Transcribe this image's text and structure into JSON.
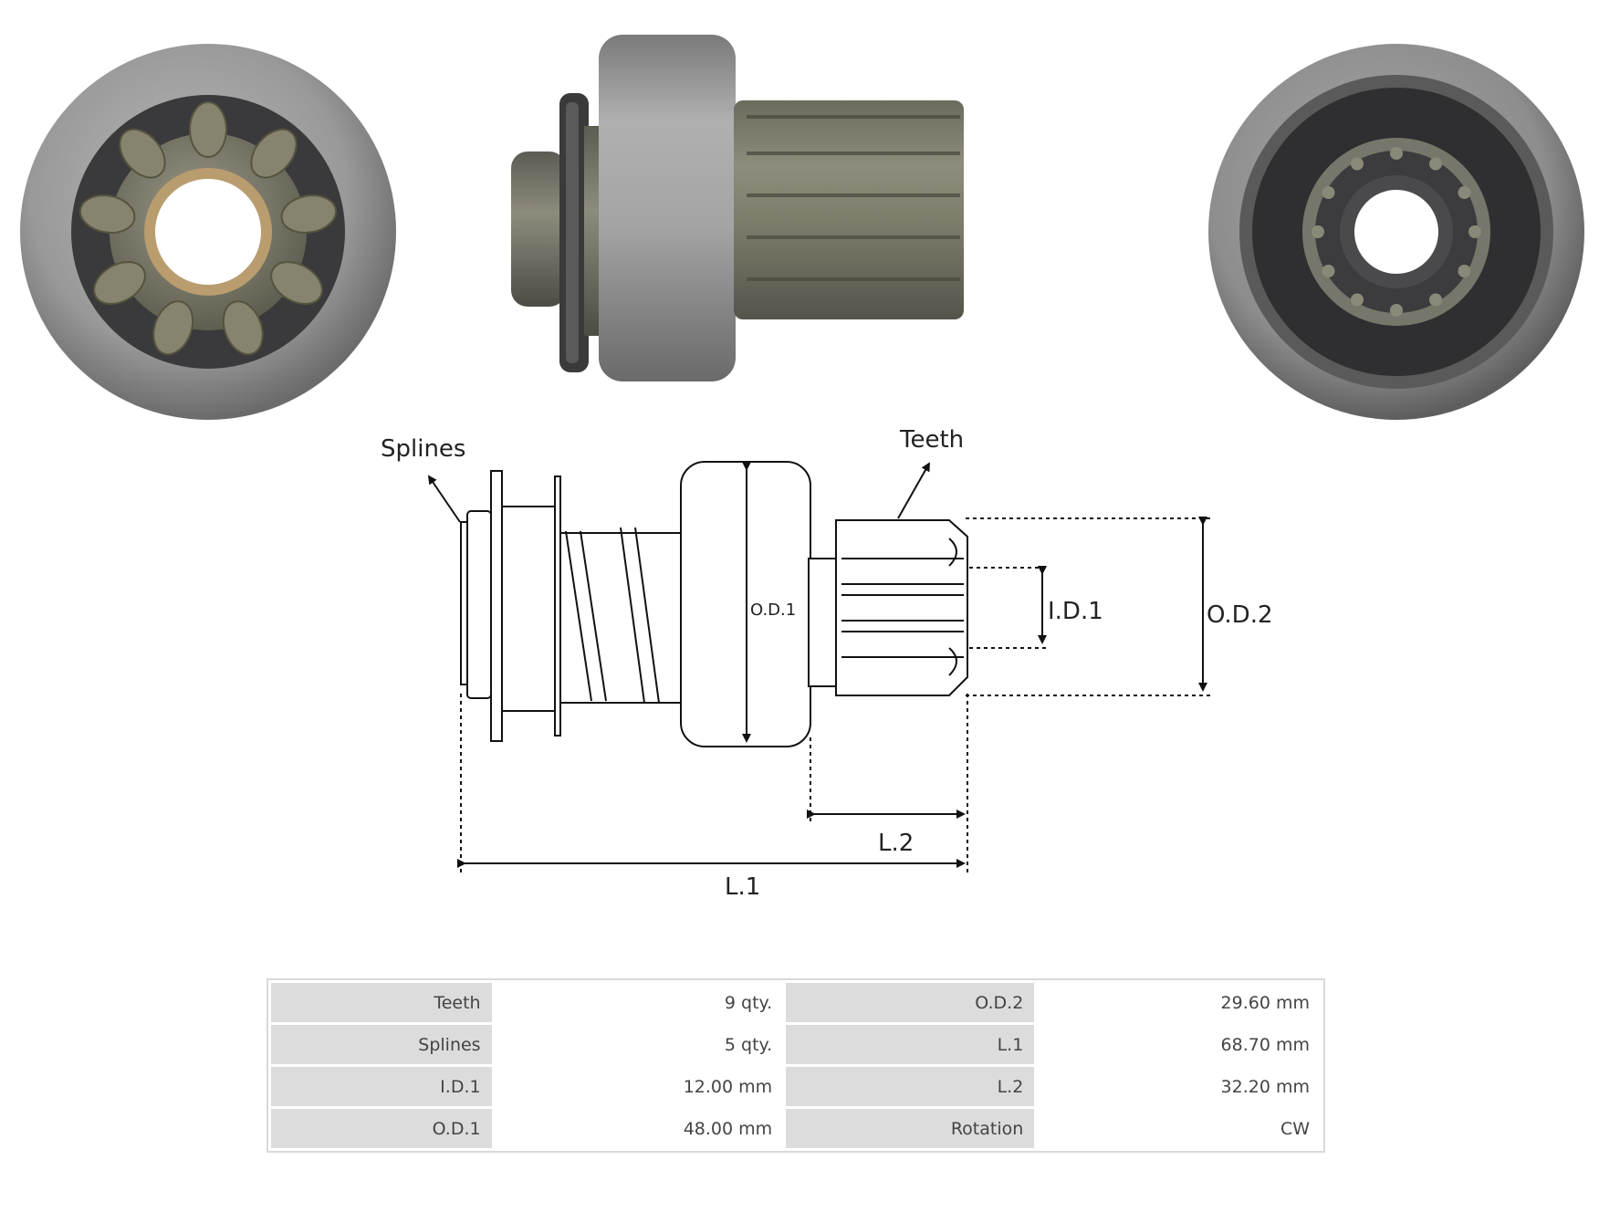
{
  "diagram_labels": {
    "splines": "Splines",
    "teeth": "Teeth",
    "od1": "O.D.1",
    "id1": "I.D.1",
    "od2": "O.D.2",
    "l1": "L.1",
    "l2": "L.2"
  },
  "specs": [
    {
      "key1": "Teeth",
      "val1": "9 qty.",
      "key2": "O.D.2",
      "val2": "29.60 mm"
    },
    {
      "key1": "Splines",
      "val1": "5 qty.",
      "key2": "L.1",
      "val2": "68.70 mm"
    },
    {
      "key1": "I.D.1",
      "val1": "12.00 mm",
      "key2": "L.2",
      "val2": "32.20 mm"
    },
    {
      "key1": "O.D.1",
      "val1": "48.00 mm",
      "key2": "Rotation",
      "val2": "CW"
    }
  ],
  "colors": {
    "housing_gray": "#8f8f8f",
    "gear_olive": "#6f6e5f",
    "ring_dark": "#2a2a2a",
    "bronze_bushing": "#b88a55",
    "table_header_gray": "#dcdcdc"
  }
}
